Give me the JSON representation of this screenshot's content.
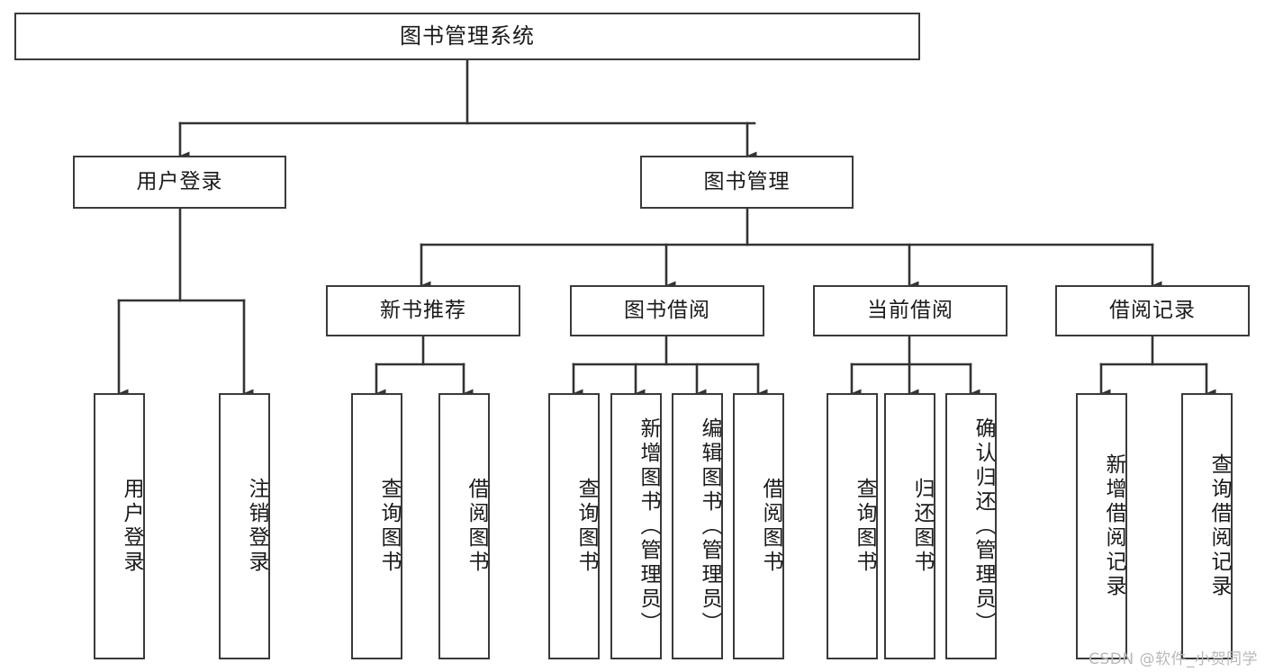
{
  "diagram": {
    "type": "tree-hierarchy-diagram",
    "title": "图书管理系统",
    "watermark": "CSDN @软件_小贺同学",
    "colors": {
      "box_border": "#3a3a3a",
      "box_fill": "#ffffff",
      "connector": "#333333",
      "text": "#1a1a1a",
      "watermark": "#b8b8b8",
      "background": "#ffffff"
    },
    "nodes": {
      "root": {
        "label": "图书管理系统"
      },
      "level2": [
        {
          "id": "user-login",
          "label": "用户登录"
        },
        {
          "id": "book-management",
          "label": "图书管理"
        }
      ],
      "level3": [
        {
          "id": "new-book-recommend",
          "label": "新书推荐"
        },
        {
          "id": "book-borrow",
          "label": "图书借阅"
        },
        {
          "id": "current-borrow",
          "label": "当前借阅"
        },
        {
          "id": "borrow-record",
          "label": "借阅记录"
        }
      ],
      "leaves": {
        "user_login": [
          {
            "id": "leaf-user-login",
            "label": "用户登录"
          },
          {
            "id": "leaf-logout-login",
            "label": "注销登录"
          }
        ],
        "new_book_recommend": [
          {
            "id": "leaf-query-book-1",
            "label": "查询图书"
          },
          {
            "id": "leaf-borrow-book-1",
            "label": "借阅图书"
          }
        ],
        "book_borrow": [
          {
            "id": "leaf-query-book-2",
            "label": "查询图书"
          },
          {
            "id": "leaf-add-book",
            "label": "新增图书（管理员）"
          },
          {
            "id": "leaf-edit-book",
            "label": "编辑图书（管理员）"
          },
          {
            "id": "leaf-borrow-book-2",
            "label": "借阅图书"
          }
        ],
        "current_borrow": [
          {
            "id": "leaf-query-book-3",
            "label": "查询图书"
          },
          {
            "id": "leaf-return-book",
            "label": "归还图书"
          },
          {
            "id": "leaf-confirm-return",
            "label": "确认归还（管理员）"
          }
        ],
        "borrow_record": [
          {
            "id": "leaf-add-borrow-record",
            "label": "新增借阅记录"
          },
          {
            "id": "leaf-query-borrow-record",
            "label": "查询借阅记录"
          }
        ]
      }
    }
  }
}
